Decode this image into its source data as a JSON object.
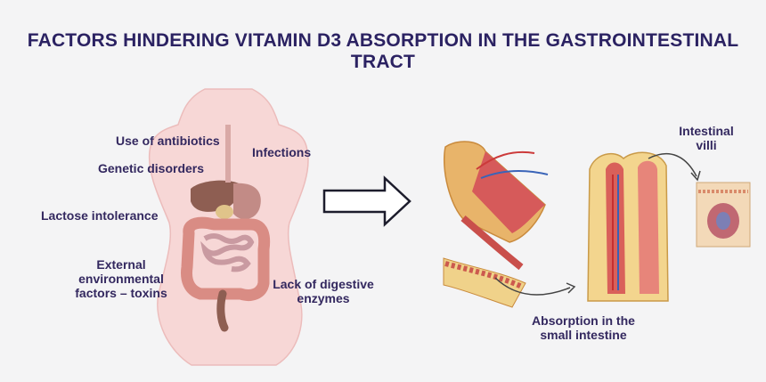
{
  "title": "FACTORS HINDERING VITAMIN D3 ABSORPTION IN THE GASTROINTESTINAL TRACT",
  "factors": {
    "antibiotics": "Use of antibiotics",
    "infections": "Infections",
    "genetic": "Genetic disorders",
    "lactose": "Lactose intolerance",
    "external_line1": "External",
    "external_line2": "environmental",
    "external_line3": "factors – toxins",
    "enzymes_line1": "Lack of digestive",
    "enzymes_line2": "enzymes"
  },
  "labels": {
    "villi_line1": "Intestinal",
    "villi_line2": "villi",
    "absorption_line1": "Absorption in the",
    "absorption_line2": "small intestine"
  },
  "colors": {
    "title": "#2b2262",
    "text": "#33285f",
    "body": "#f7d7d6",
    "intestine": "#d98c84",
    "liver": "#8e5e52",
    "stomach": "#d9c3a0"
  }
}
